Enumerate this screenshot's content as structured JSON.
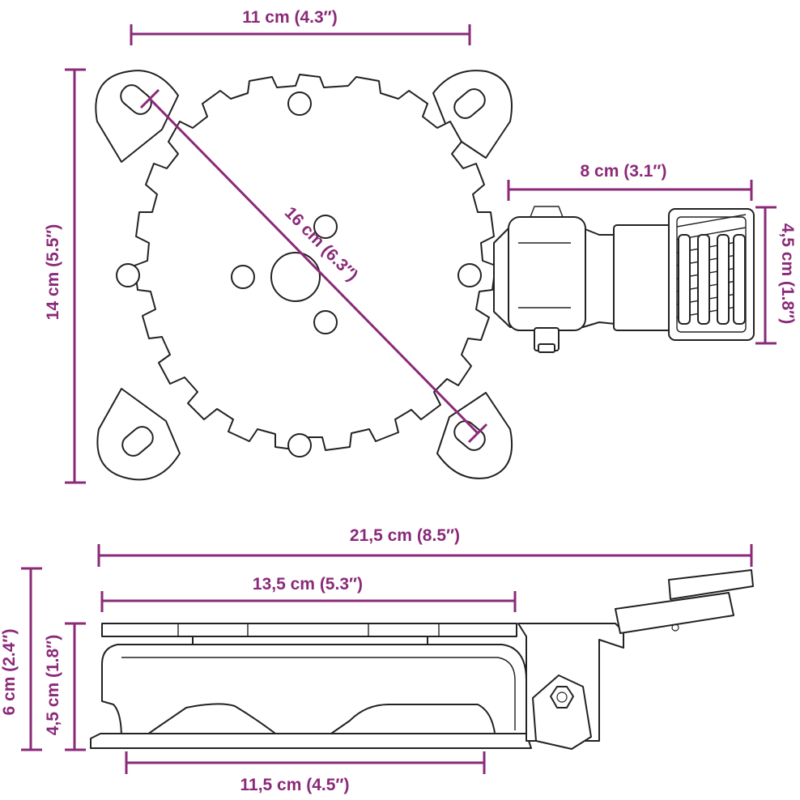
{
  "colors": {
    "dimension": "#8a2a78",
    "outline": "#222222",
    "background": "#ffffff"
  },
  "dimensions": {
    "top_width": "11 cm (4.3″)",
    "top_height": "14 cm (5.5″)",
    "diagonal": "16 cm (6.3″)",
    "pedal_length": "8 cm (3.1″)",
    "pedal_width": "4,5 cm (1.8″)",
    "side_total_length": "21,5 cm (8.5″)",
    "side_plate_length": "13,5 cm (5.3″)",
    "side_total_height": "6 cm (2.4″)",
    "side_body_height": "4,5 cm (1.8″)",
    "side_base_length": "11,5 cm (4.5″)"
  },
  "icons": [
    "swivel-plate-top-view",
    "swivel-plate-side-view",
    "foot-pedal",
    "hex-nut"
  ]
}
